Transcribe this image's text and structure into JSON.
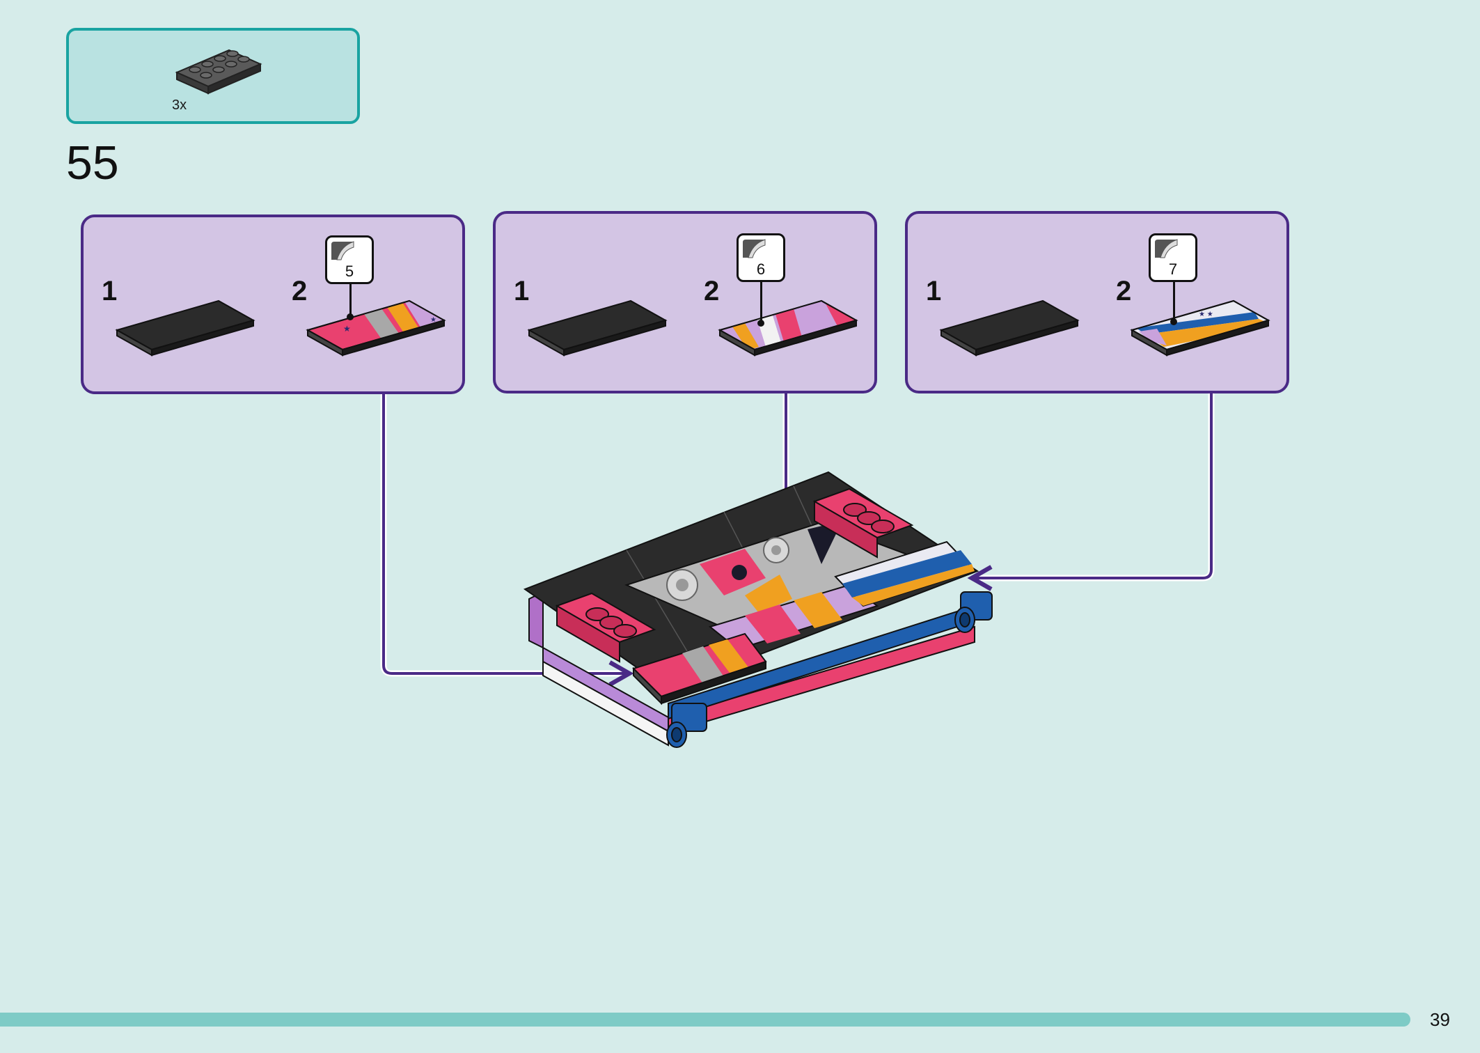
{
  "parts_list": {
    "items": [
      {
        "part": "dark-gray-2x4-plate",
        "quantity": "3x"
      }
    ]
  },
  "step": {
    "number": "55"
  },
  "sub_steps": [
    {
      "label_1": "1",
      "label_2": "2",
      "sticker": "5"
    },
    {
      "label_1": "1",
      "label_2": "2",
      "sticker": "6"
    },
    {
      "label_1": "1",
      "label_2": "2",
      "sticker": "7"
    }
  ],
  "colors": {
    "background": "#d6ecea",
    "parts_border": "#19a3a1",
    "sub_box_fill": "#d3c5e4",
    "sub_box_border": "#4a2a86",
    "arrow": "#4a2a86",
    "footer_bar": "#7ecbc6"
  },
  "footer": {
    "page_number": "39"
  }
}
